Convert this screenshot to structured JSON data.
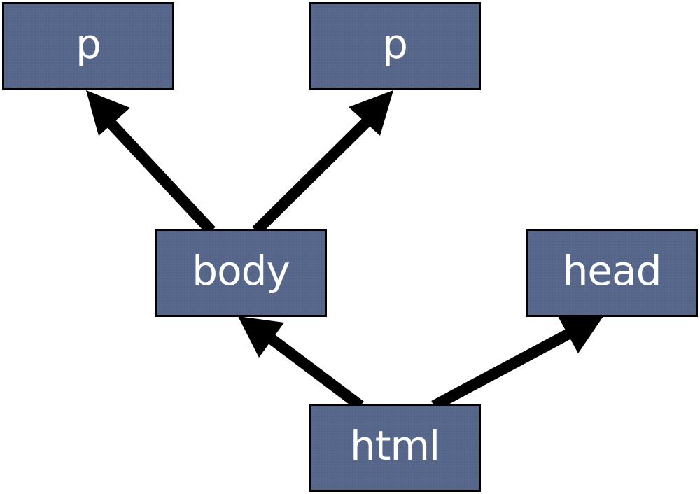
{
  "diagram": {
    "nodes": {
      "p_left": "p",
      "p_right": "p",
      "body": "body",
      "head": "head",
      "html": "html"
    },
    "edges": [
      {
        "from": "html",
        "to": "body"
      },
      {
        "from": "html",
        "to": "head"
      },
      {
        "from": "body",
        "to": "p_left"
      },
      {
        "from": "body",
        "to": "p_right"
      }
    ],
    "colors": {
      "node_fill": "#56668a",
      "node_border": "#000000",
      "node_text": "#ffffff",
      "arrow": "#000000",
      "background": "#ffffff"
    }
  }
}
